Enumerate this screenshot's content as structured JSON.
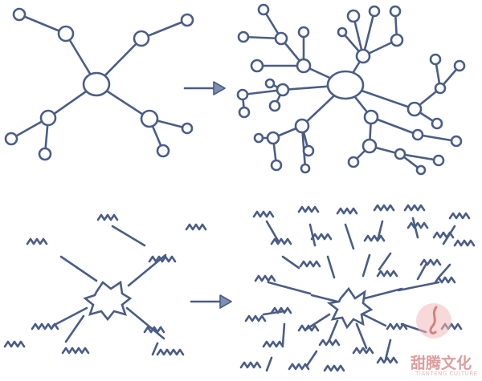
{
  "diagram": {
    "panels": [
      {
        "id": "simple-network",
        "row": "top",
        "style": "circle-nodes"
      },
      {
        "id": "complex-network",
        "row": "top",
        "style": "circle-nodes"
      },
      {
        "id": "simple-scribble-network",
        "row": "bottom",
        "style": "squiggle-nodes"
      },
      {
        "id": "complex-scribble-network",
        "row": "bottom",
        "style": "squiggle-nodes"
      }
    ],
    "arrows": [
      {
        "from": "simple-network",
        "to": "complex-network"
      },
      {
        "from": "simple-scribble-network",
        "to": "complex-scribble-network"
      }
    ],
    "colors": {
      "ink": "#4a5d86",
      "arrow_fill": "#7f8fb3",
      "watermark": "#d98c8c"
    }
  },
  "watermark": {
    "text": "甜腾文化",
    "subtext": "TIANTENG CULTURE",
    "icon": "brush-stroke-logo"
  }
}
